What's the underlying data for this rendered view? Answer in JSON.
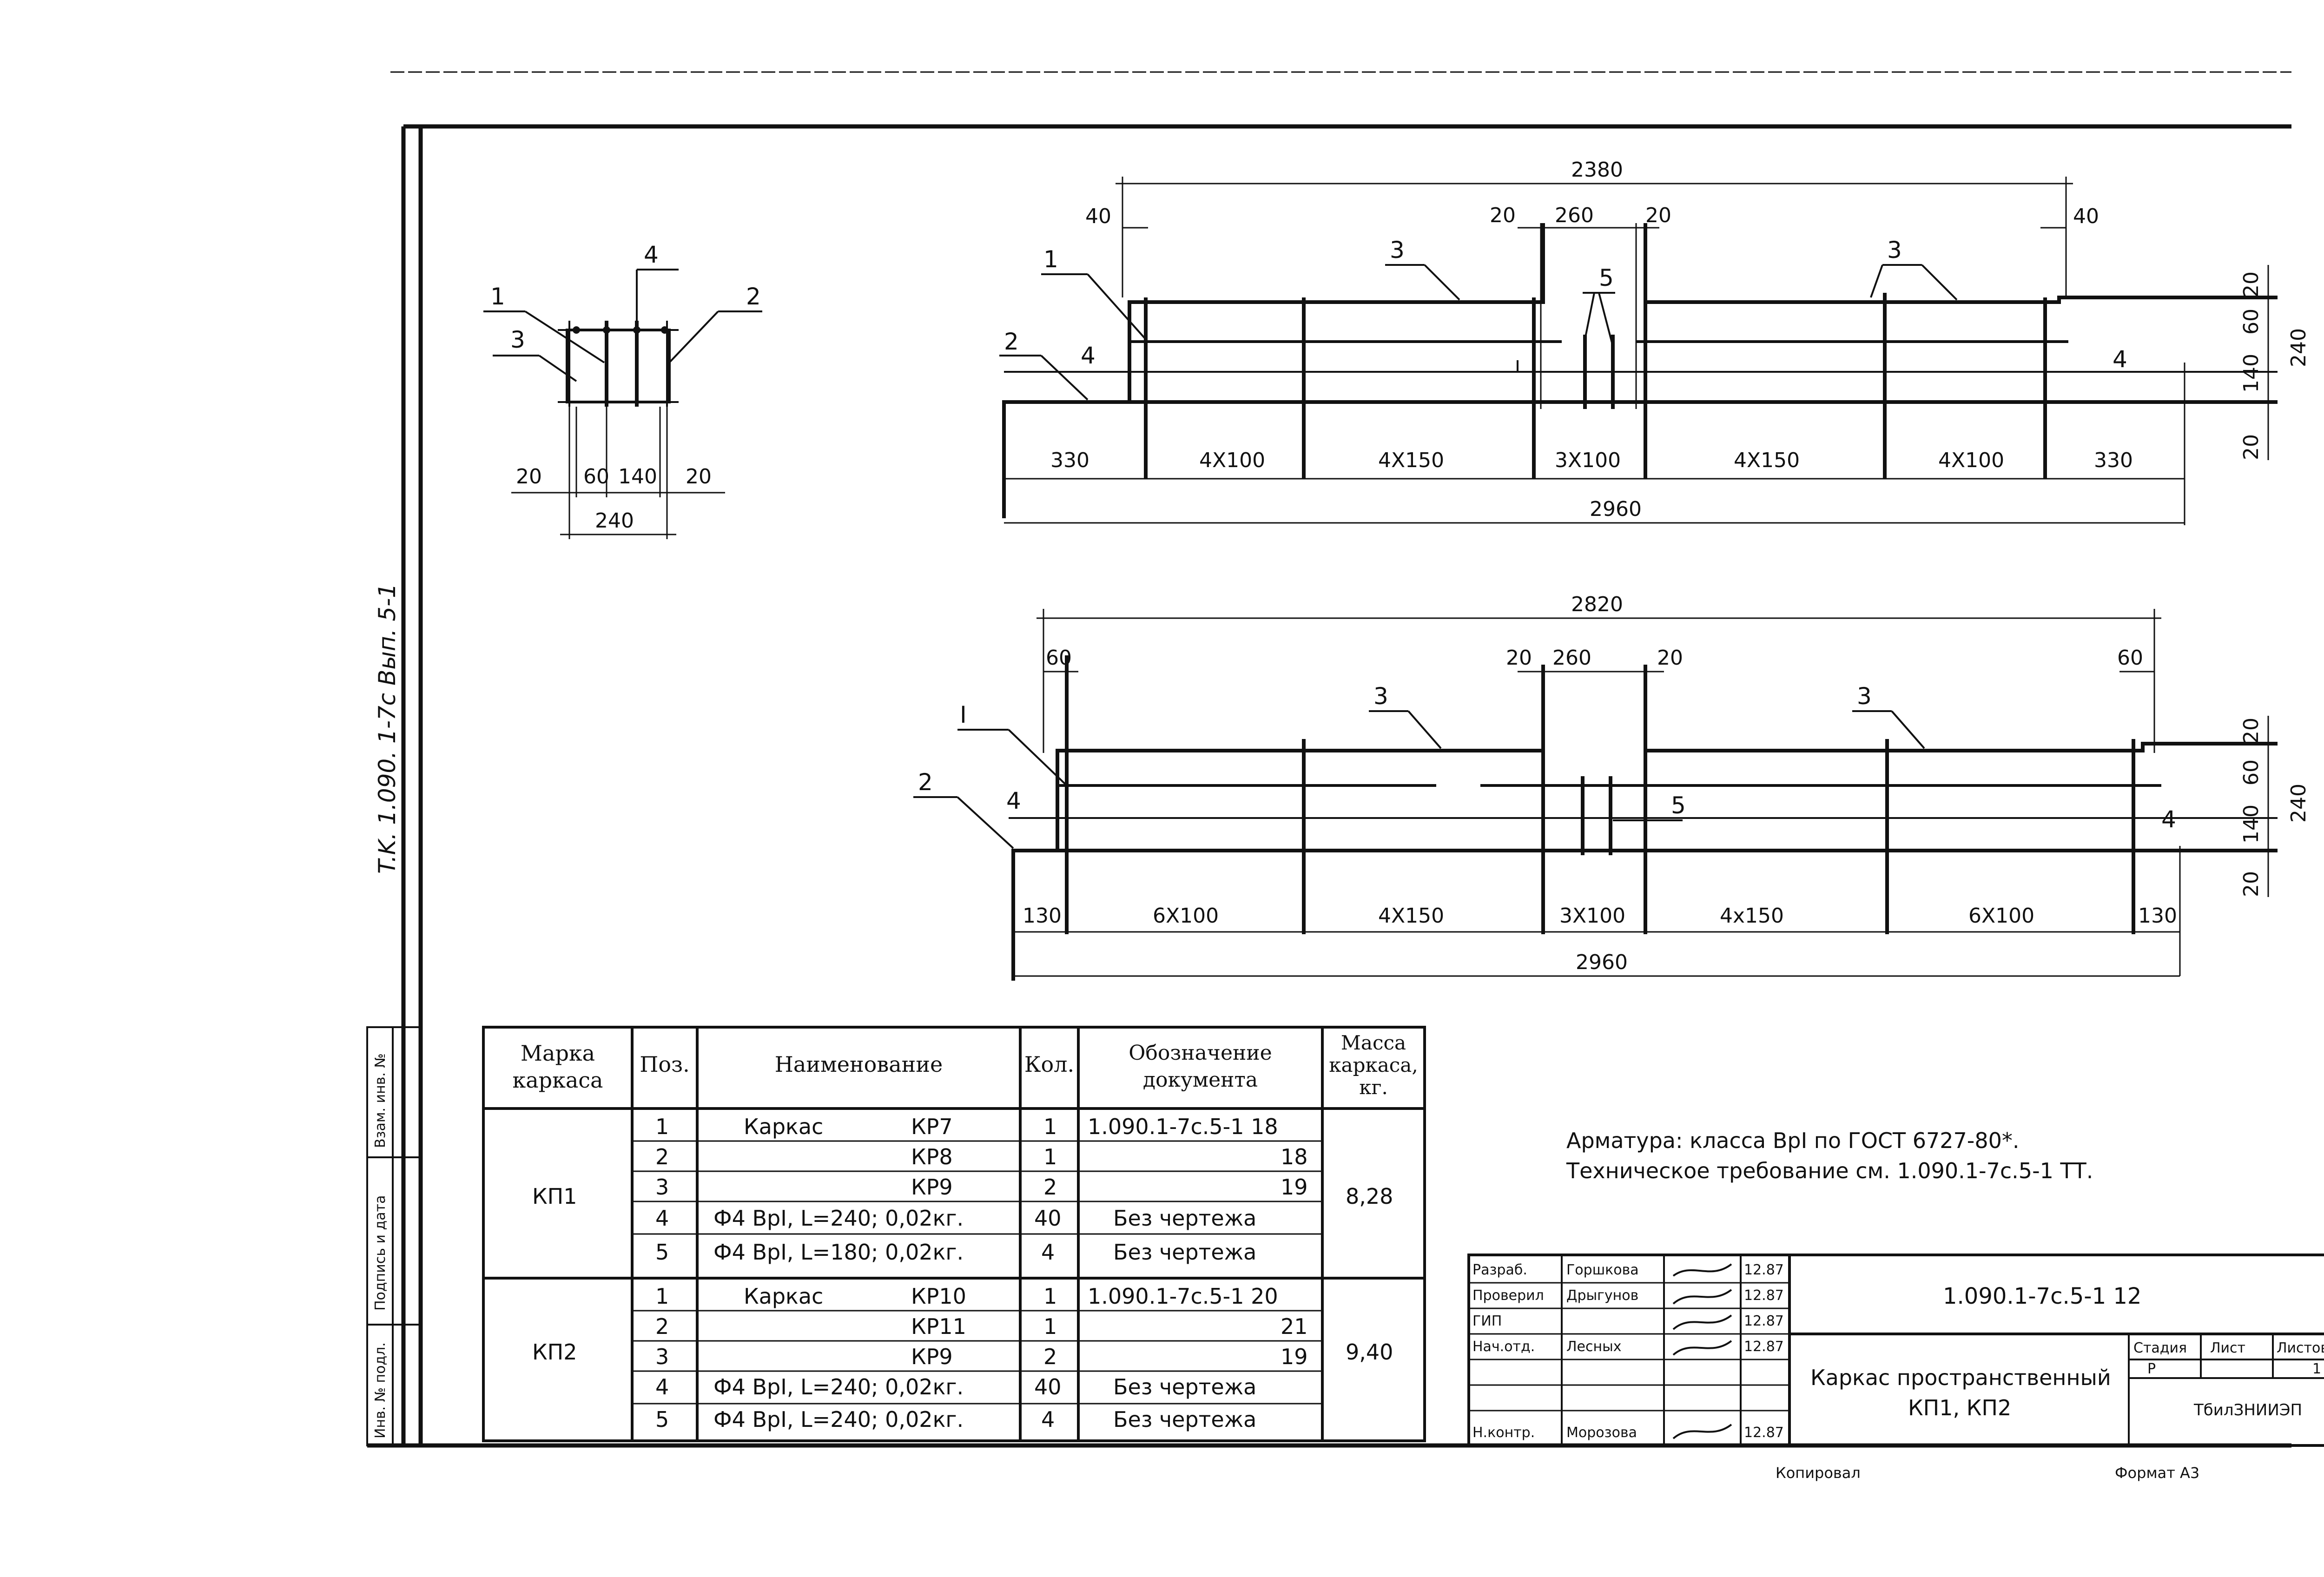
{
  "side_note": "T.K. 1.090. 1-7c  Вып. 5-1",
  "section": {
    "labels": [
      "1",
      "2",
      "3",
      "4"
    ],
    "dims": [
      "20",
      "60",
      "140",
      "20"
    ],
    "total": "240"
  },
  "frame1": {
    "top_total": "2380",
    "left_end": "40",
    "right_end": "40",
    "gap_left": "20",
    "gap": "260",
    "gap_right": "20",
    "pos": {
      "p1": "1",
      "p2": "2",
      "p3a": "3",
      "p3b": "3",
      "p4a": "4",
      "p4b": "4",
      "p5": "5"
    },
    "right_dims": [
      "20",
      "60",
      "140",
      "20"
    ],
    "right_total": "240",
    "segments": [
      "330",
      "4X100",
      "4X150",
      "3X100",
      "4X150",
      "4X100",
      "330"
    ],
    "bottom_total": "2960"
  },
  "frame2": {
    "top_total": "2820",
    "left_end": "60",
    "right_end": "60",
    "gap_left": "20",
    "gap": "260",
    "gap_right": "20",
    "pos": {
      "p1": "I",
      "p2": "2",
      "p3a": "3",
      "p3b": "3",
      "p4a": "4",
      "p4b": "4",
      "p5": "5"
    },
    "right_dims": [
      "20",
      "60",
      "140",
      "20"
    ],
    "right_total": "240",
    "segments": [
      "130",
      "6X100",
      "4X150",
      "3X100",
      "4x150",
      "6X100",
      "130"
    ],
    "bottom_total": "2960"
  },
  "spec_table": {
    "headers": {
      "mark": "Марка каркаса",
      "pos": "Поз.",
      "name": "Наименование",
      "qty": "Кол.",
      "doc": "Обозначение документа",
      "mass": "Масса каркаса, кг."
    },
    "groups": [
      {
        "mark": "КП1",
        "mass": "8,28",
        "rows": [
          {
            "pos": "1",
            "name": "Каркас",
            "item": "КР7",
            "qty": "1",
            "doc": "1.090.1-7с.5-1 18"
          },
          {
            "pos": "2",
            "name": "",
            "item": "КР8",
            "qty": "1",
            "doc": "18"
          },
          {
            "pos": "3",
            "name": "",
            "item": "КР9",
            "qty": "2",
            "doc": "19"
          },
          {
            "pos": "4",
            "name": "Ф4 ВрI, L=240; 0,02кг.",
            "item": "",
            "qty": "40",
            "doc": "Без чертежа"
          },
          {
            "pos": "5",
            "name": "Ф4 ВрI, L=180; 0,02кг.",
            "item": "",
            "qty": "4",
            "doc": "Без чертежа"
          }
        ]
      },
      {
        "mark": "КП2",
        "mass": "9,40",
        "rows": [
          {
            "pos": "1",
            "name": "Каркас",
            "item": "КР10",
            "qty": "1",
            "doc": "1.090.1-7с.5-1 20"
          },
          {
            "pos": "2",
            "name": "",
            "item": "КР11",
            "qty": "1",
            "doc": "21"
          },
          {
            "pos": "3",
            "name": "",
            "item": "КР9",
            "qty": "2",
            "doc": "19"
          },
          {
            "pos": "4",
            "name": "Ф4 ВрI, L=240; 0,02кг.",
            "item": "",
            "qty": "40",
            "doc": "Без чертежа"
          },
          {
            "pos": "5",
            "name": "Ф4 ВрI, L=240; 0,02кг.",
            "item": "",
            "qty": "4",
            "doc": "Без чертежа"
          }
        ]
      }
    ]
  },
  "notes": [
    "Арматура: класса ВрI по ГОСТ 6727-80*.",
    "Техническое требование см. 1.090.1-7с.5-1 ТТ."
  ],
  "left_strip": [
    "Взам. инв. №",
    "Подпись и дата",
    "Инв. № подл."
  ],
  "title_block": {
    "roles": [
      "Разраб.",
      "Проверил",
      "ГИП",
      "Нач.отд.",
      "",
      "",
      "Н.контр."
    ],
    "names": [
      "Горшкова",
      "Дрыгунов",
      "",
      "Лесных",
      "",
      "",
      "Морозова"
    ],
    "dates": [
      "12.87",
      "12.87",
      "12.87",
      "12.87",
      "",
      "",
      "12.87"
    ],
    "doc_code": "1.090.1-7с.5-1 12",
    "item_title": "Каркас пространственный",
    "item_marks": "КП1, КП2",
    "stage_label": "Стадия",
    "sheet_label": "Лист",
    "sheets_label": "Листов",
    "stage": "Р",
    "sheet": "1",
    "org": "ТбилЗНИИЭП"
  },
  "footer": {
    "copied": "Копировал",
    "format": "Формат А3"
  }
}
